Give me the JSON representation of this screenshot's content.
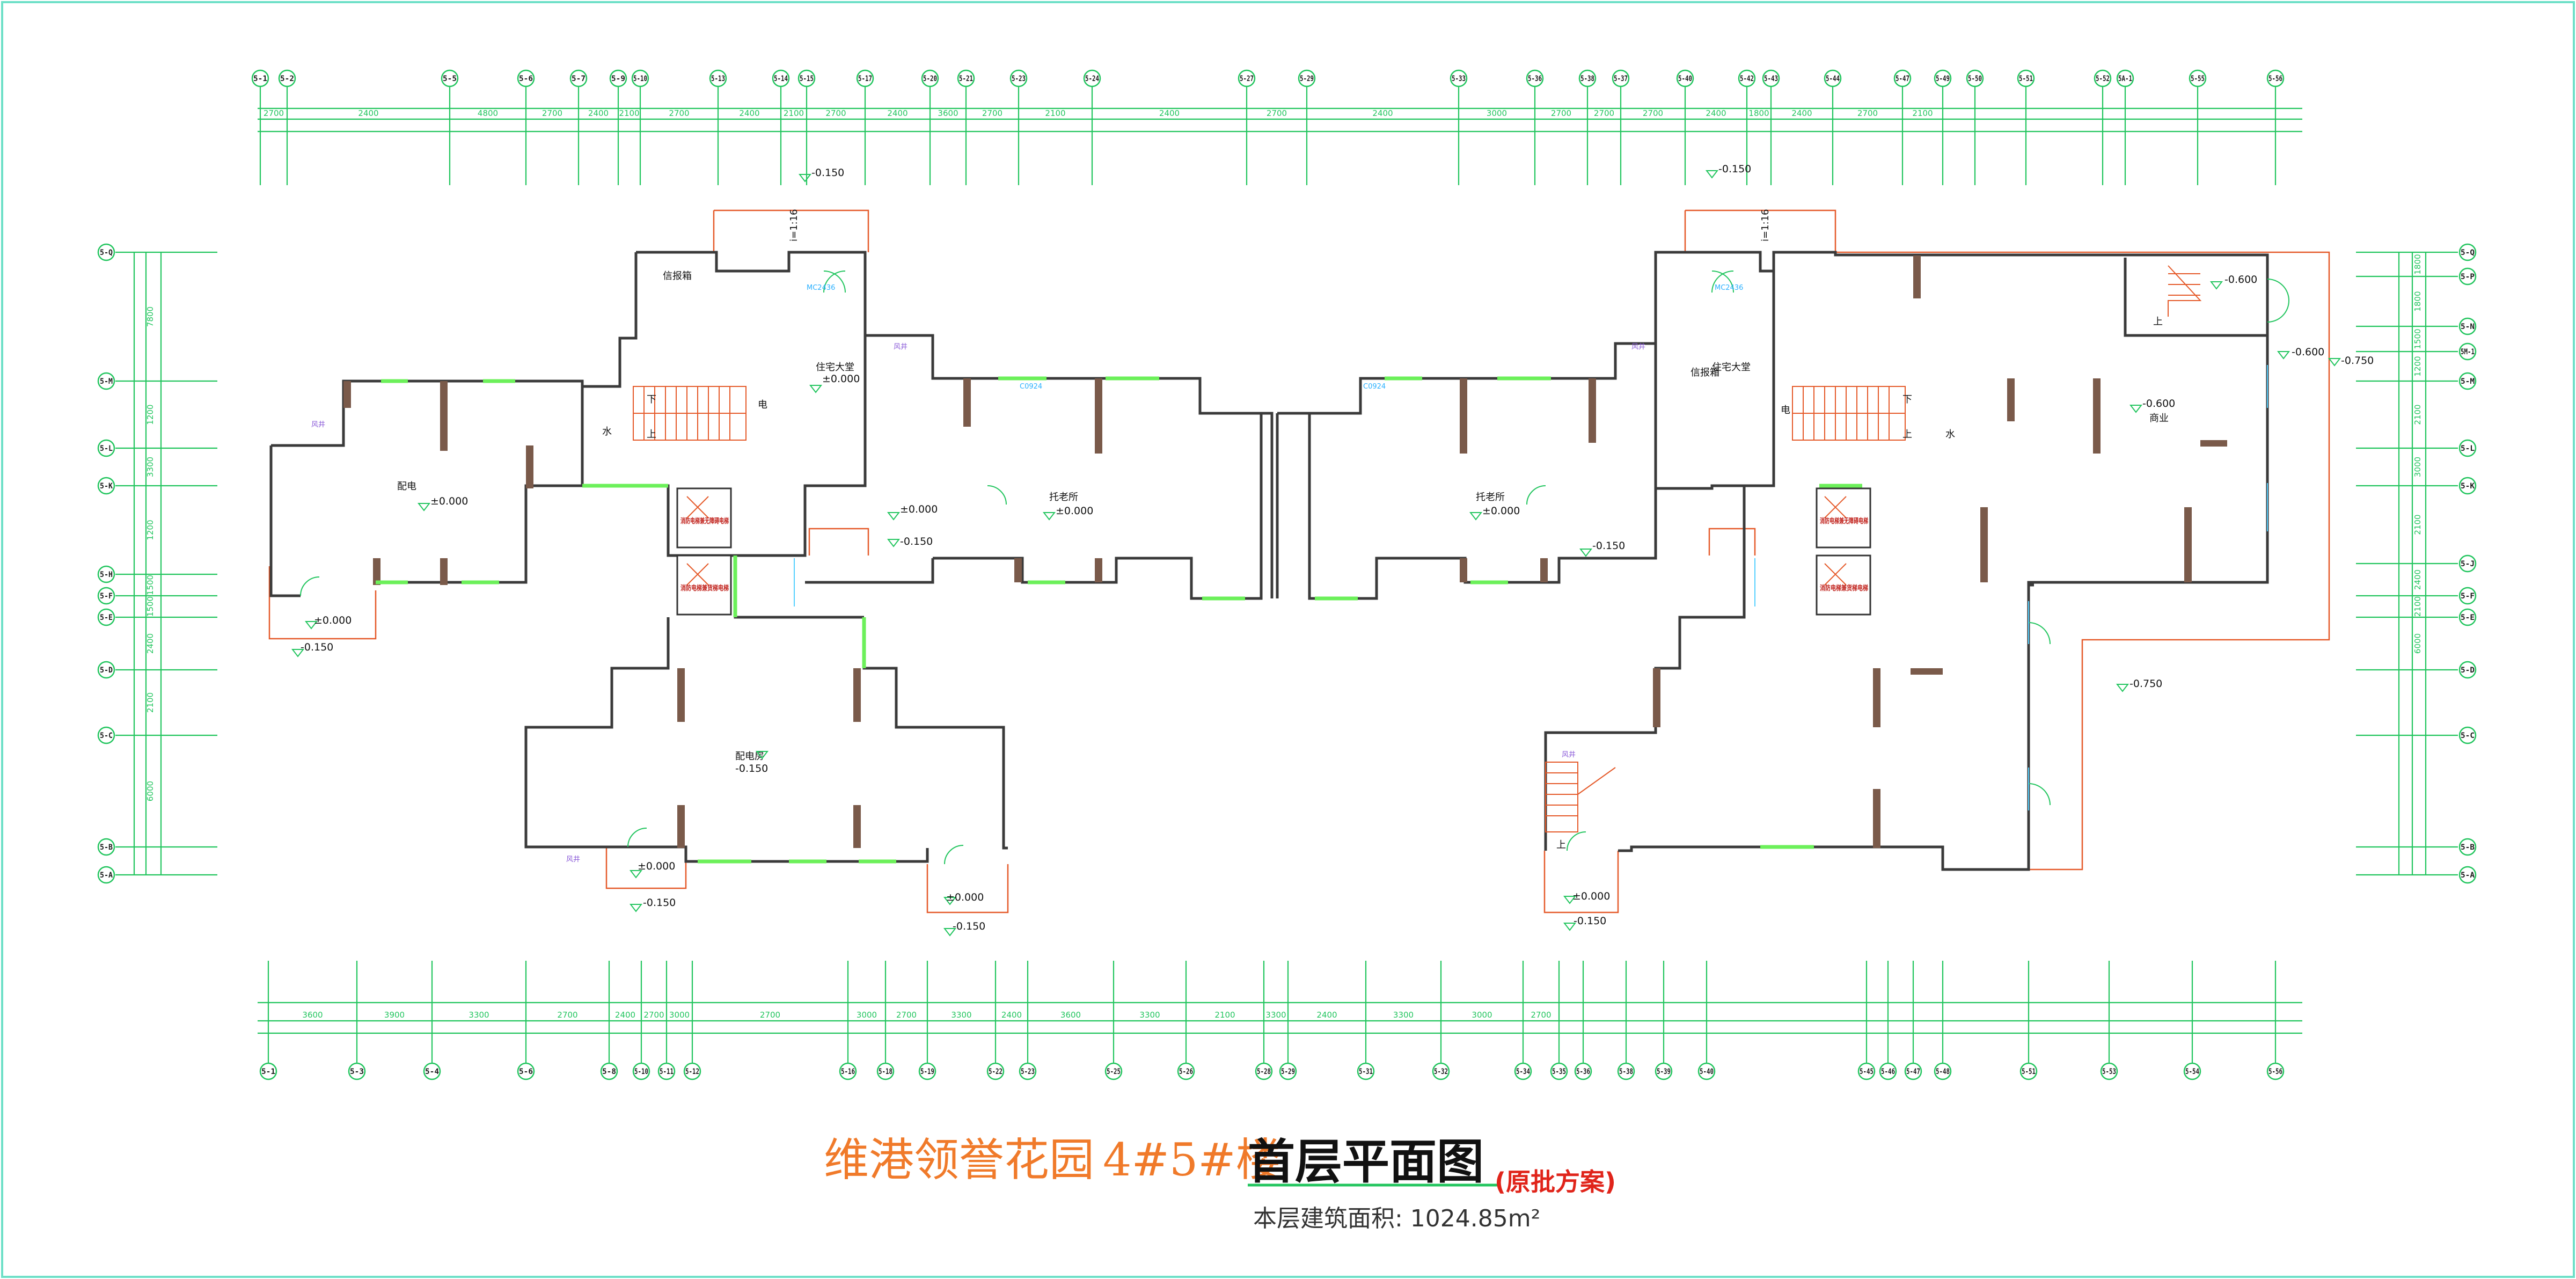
{
  "drawing": {
    "project_name": "维港领誉花园",
    "building": "4#5#楼",
    "title": "首层平面图",
    "status": "(原批方案)",
    "area_label": "本层建筑面积: 1024.85m²"
  },
  "colors": {
    "frame": "#6ee0c8",
    "dimension": "#22c55e",
    "wall": "#3a3a3a",
    "column": "#7a5a4a",
    "window": "#6cf05a",
    "redline": "#e55a2a",
    "title_project": "#f07a2a",
    "title_status": "#e0241a"
  },
  "rooms": {
    "r1": "配电",
    "r2": "配电房",
    "r3": "住宅大堂",
    "r4": "托老所",
    "r5": "托老所",
    "r6": "住宅大堂",
    "r7": "商业",
    "lift1": "消防电梯兼无障碍电梯",
    "lift2": "消防电梯兼货梯电梯",
    "lift3": "消防电梯兼无障碍电梯",
    "lift4": "消防电梯兼货梯电梯",
    "mailbox_l": "信报箱",
    "mailbox_r": "信报箱",
    "shaft_l": "电",
    "shaft_r": "电",
    "water_l": "水",
    "water_r": "水",
    "up": "上",
    "down": "下"
  },
  "levels": {
    "l1": "-0.150",
    "l2": "-0.150",
    "l3": "±0.000",
    "l4": "±0.000",
    "l5": "-0.150",
    "l6": "±0.000",
    "l7": "±0.000",
    "l8": "-0.150",
    "l9": "±0.000",
    "l10": "-0.150",
    "l11": "±0.000",
    "l12": "-0.150",
    "l13": "±0.000",
    "l14": "-0.150",
    "l15": "±0.000",
    "l16": "-0.150",
    "l17": "±0.000",
    "l18": "-0.150",
    "l19": "-0.600",
    "l20": "-0.600",
    "l21": "-0.750",
    "l22": "-0.600",
    "l23": "-0.750",
    "slope": "i=1:16"
  },
  "tags": {
    "mc_l": "MC2436",
    "mc_r": "MC2436",
    "fj": "风井",
    "c": "C0924"
  },
  "axes_top": [
    "5-1",
    "5-2",
    "5-5",
    "5-6",
    "5-7",
    "5-9",
    "5-10",
    "5-13",
    "5-14",
    "5-15",
    "5-17",
    "5-20",
    "5-21",
    "5-23",
    "5-24",
    "5-27",
    "5-29",
    "5-33",
    "5-36",
    "5-38",
    "5-37",
    "5-40",
    "5-42",
    "5-43",
    "5-44",
    "5-47",
    "5-49",
    "5-50",
    "5-51",
    "5-52",
    "5A-1",
    "5-55",
    "5-56"
  ],
  "axes_bottom": [
    "5-1",
    "5-3",
    "5-4",
    "5-6",
    "5-8",
    "5-10",
    "5-11",
    "5-12",
    "5-16",
    "5-18",
    "5-19",
    "5-22",
    "5-23",
    "5-25",
    "5-26",
    "5-28",
    "5-29",
    "5-31",
    "5-32",
    "5-34",
    "5-35",
    "5-36",
    "5-38",
    "5-39",
    "5-40",
    "5-45",
    "5-46",
    "5-47",
    "5-48",
    "5-51",
    "5-53",
    "5-54",
    "5-56"
  ],
  "axes_left": [
    "5-Q",
    "5-M",
    "5-L",
    "5-K",
    "5-H",
    "5-F",
    "5-E",
    "5-D",
    "5-C",
    "5-B",
    "5-A"
  ],
  "axes_right": [
    "5-Q",
    "5-P",
    "5-N",
    "5M-1",
    "5-M",
    "5-L",
    "5-K",
    "5-J",
    "5-F",
    "5-E",
    "5-D",
    "5-C",
    "5-B",
    "5-A"
  ],
  "dims_top": [
    "2700",
    "2400",
    "4800",
    "2700",
    "2400",
    "2100",
    "2700",
    "2400",
    "2100",
    "2700",
    "2400",
    "3600",
    "2700",
    "2100",
    "2400",
    "2700",
    "2400",
    "3000",
    "2700",
    "2700",
    "2700",
    "2400",
    "1800",
    "2400",
    "2700",
    "2100"
  ],
  "dims_bottom": [
    "3600",
    "3900",
    "3300",
    "2700",
    "2400",
    "2700",
    "3000",
    "2700",
    "3000",
    "2700",
    "3300",
    "2400",
    "3600",
    "3300",
    "2100",
    "3300",
    "2400",
    "3300",
    "3000",
    "2700"
  ],
  "dims_left": [
    "7800",
    "1200",
    "3300",
    "1200",
    "1500",
    "1500",
    "2400",
    "2100",
    "6000"
  ],
  "dims_right": [
    "1800",
    "1800",
    "1500",
    "1200",
    "2100",
    "3000",
    "2100",
    "2400",
    "2100",
    "6000"
  ]
}
